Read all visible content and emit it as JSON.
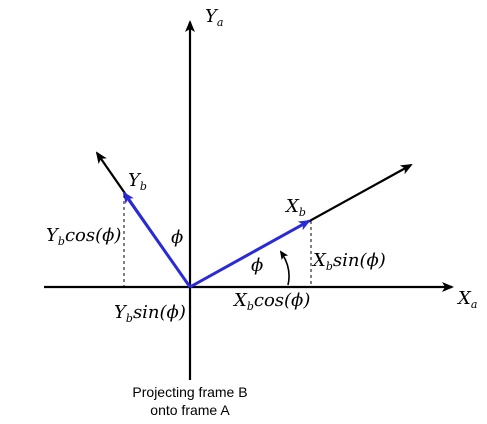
{
  "labels": {
    "y_a": "Y",
    "y_a_sub": "a",
    "x_a": "X",
    "x_a_sub": "a",
    "y_b": "Y",
    "y_b_sub": "b",
    "x_b": "X",
    "x_b_sub": "b",
    "phi_left": "ϕ",
    "phi_right": "ϕ",
    "yb_cos": {
      "base": "Y",
      "sub": "b",
      "rest": "cos(ϕ)"
    },
    "yb_sin": {
      "base": "Y",
      "sub": "b",
      "rest": "sin(ϕ)"
    },
    "xb_sin": {
      "base": "X",
      "sub": "b",
      "rest": "sin(ϕ)"
    },
    "xb_cos": {
      "base": "X",
      "sub": "b",
      "rest": "cos(ϕ)"
    }
  },
  "caption": {
    "line1": "Projecting frame B",
    "line2": "onto frame A"
  },
  "colors": {
    "axis": "#000000",
    "vector": "#2a2ad9"
  }
}
